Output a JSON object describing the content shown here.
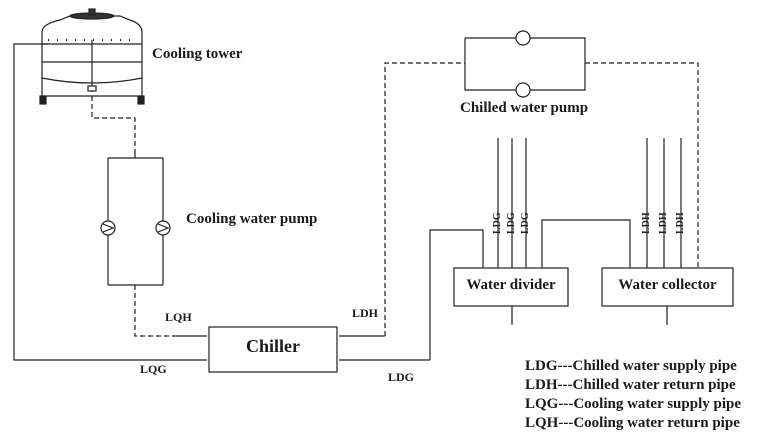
{
  "components": {
    "cooling_tower": "Cooling tower",
    "cooling_water_pump": "Cooling water pump",
    "chilled_water_pump": "Chilled water pump",
    "chiller": "Chiller",
    "water_divider": "Water divider",
    "water_collector": "Water collector"
  },
  "pipe_labels": {
    "lqh": "LQH",
    "lqg": "LQG",
    "ldh": "LDH",
    "ldg": "LDG",
    "divider_branches": [
      "LDG",
      "LDG",
      "LDG"
    ],
    "collector_branches": [
      "LDH",
      "LDH",
      "LDH"
    ]
  },
  "legend": [
    "LDG---Chilled water supply pipe",
    "LDH---Chilled water return pipe",
    "LQG---Cooling water supply pipe",
    "LQH---Cooling water return pipe"
  ]
}
